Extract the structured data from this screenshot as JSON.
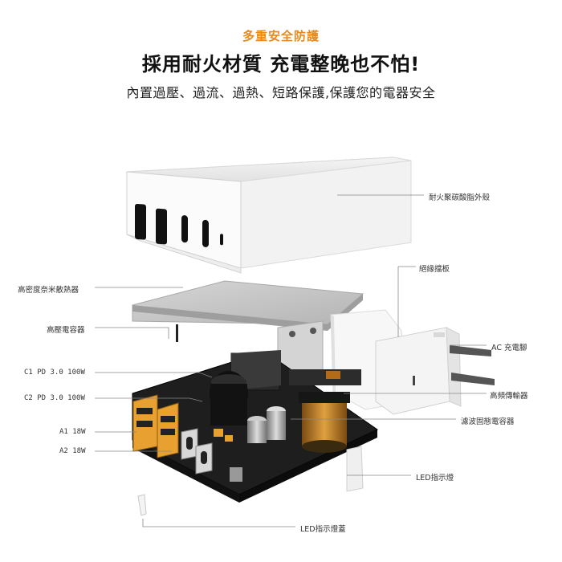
{
  "header": {
    "eyebrow": "多重安全防護",
    "headline": "採用耐火材質 充電整晚也不怕!",
    "subline": "內置過壓、過流、過熱、短路保護,保護您的電器安全"
  },
  "labels": {
    "shell": "耐火聚碳酸脂外殼",
    "insulation": "絕緣擋板",
    "heatsink": "高密度奈米散熱器",
    "hv_capacitor": "高壓電容器",
    "ac_pins": "AC 充電腳",
    "c1": "C1 PD 3.0 100W",
    "c2": "C2 PD 3.0 100W",
    "transformer": "高頻傳輸器",
    "filter_capacitor": "濾波固態電容器",
    "a1": "A1 18W",
    "a2": "A2 18W",
    "led": "LED指示燈",
    "led_cover": "LED指示燈蓋"
  },
  "colors": {
    "accent": "#e8891a",
    "orange_port": "#e8a030",
    "pcb": "#1a1a1a",
    "leader_line": "#888888"
  }
}
